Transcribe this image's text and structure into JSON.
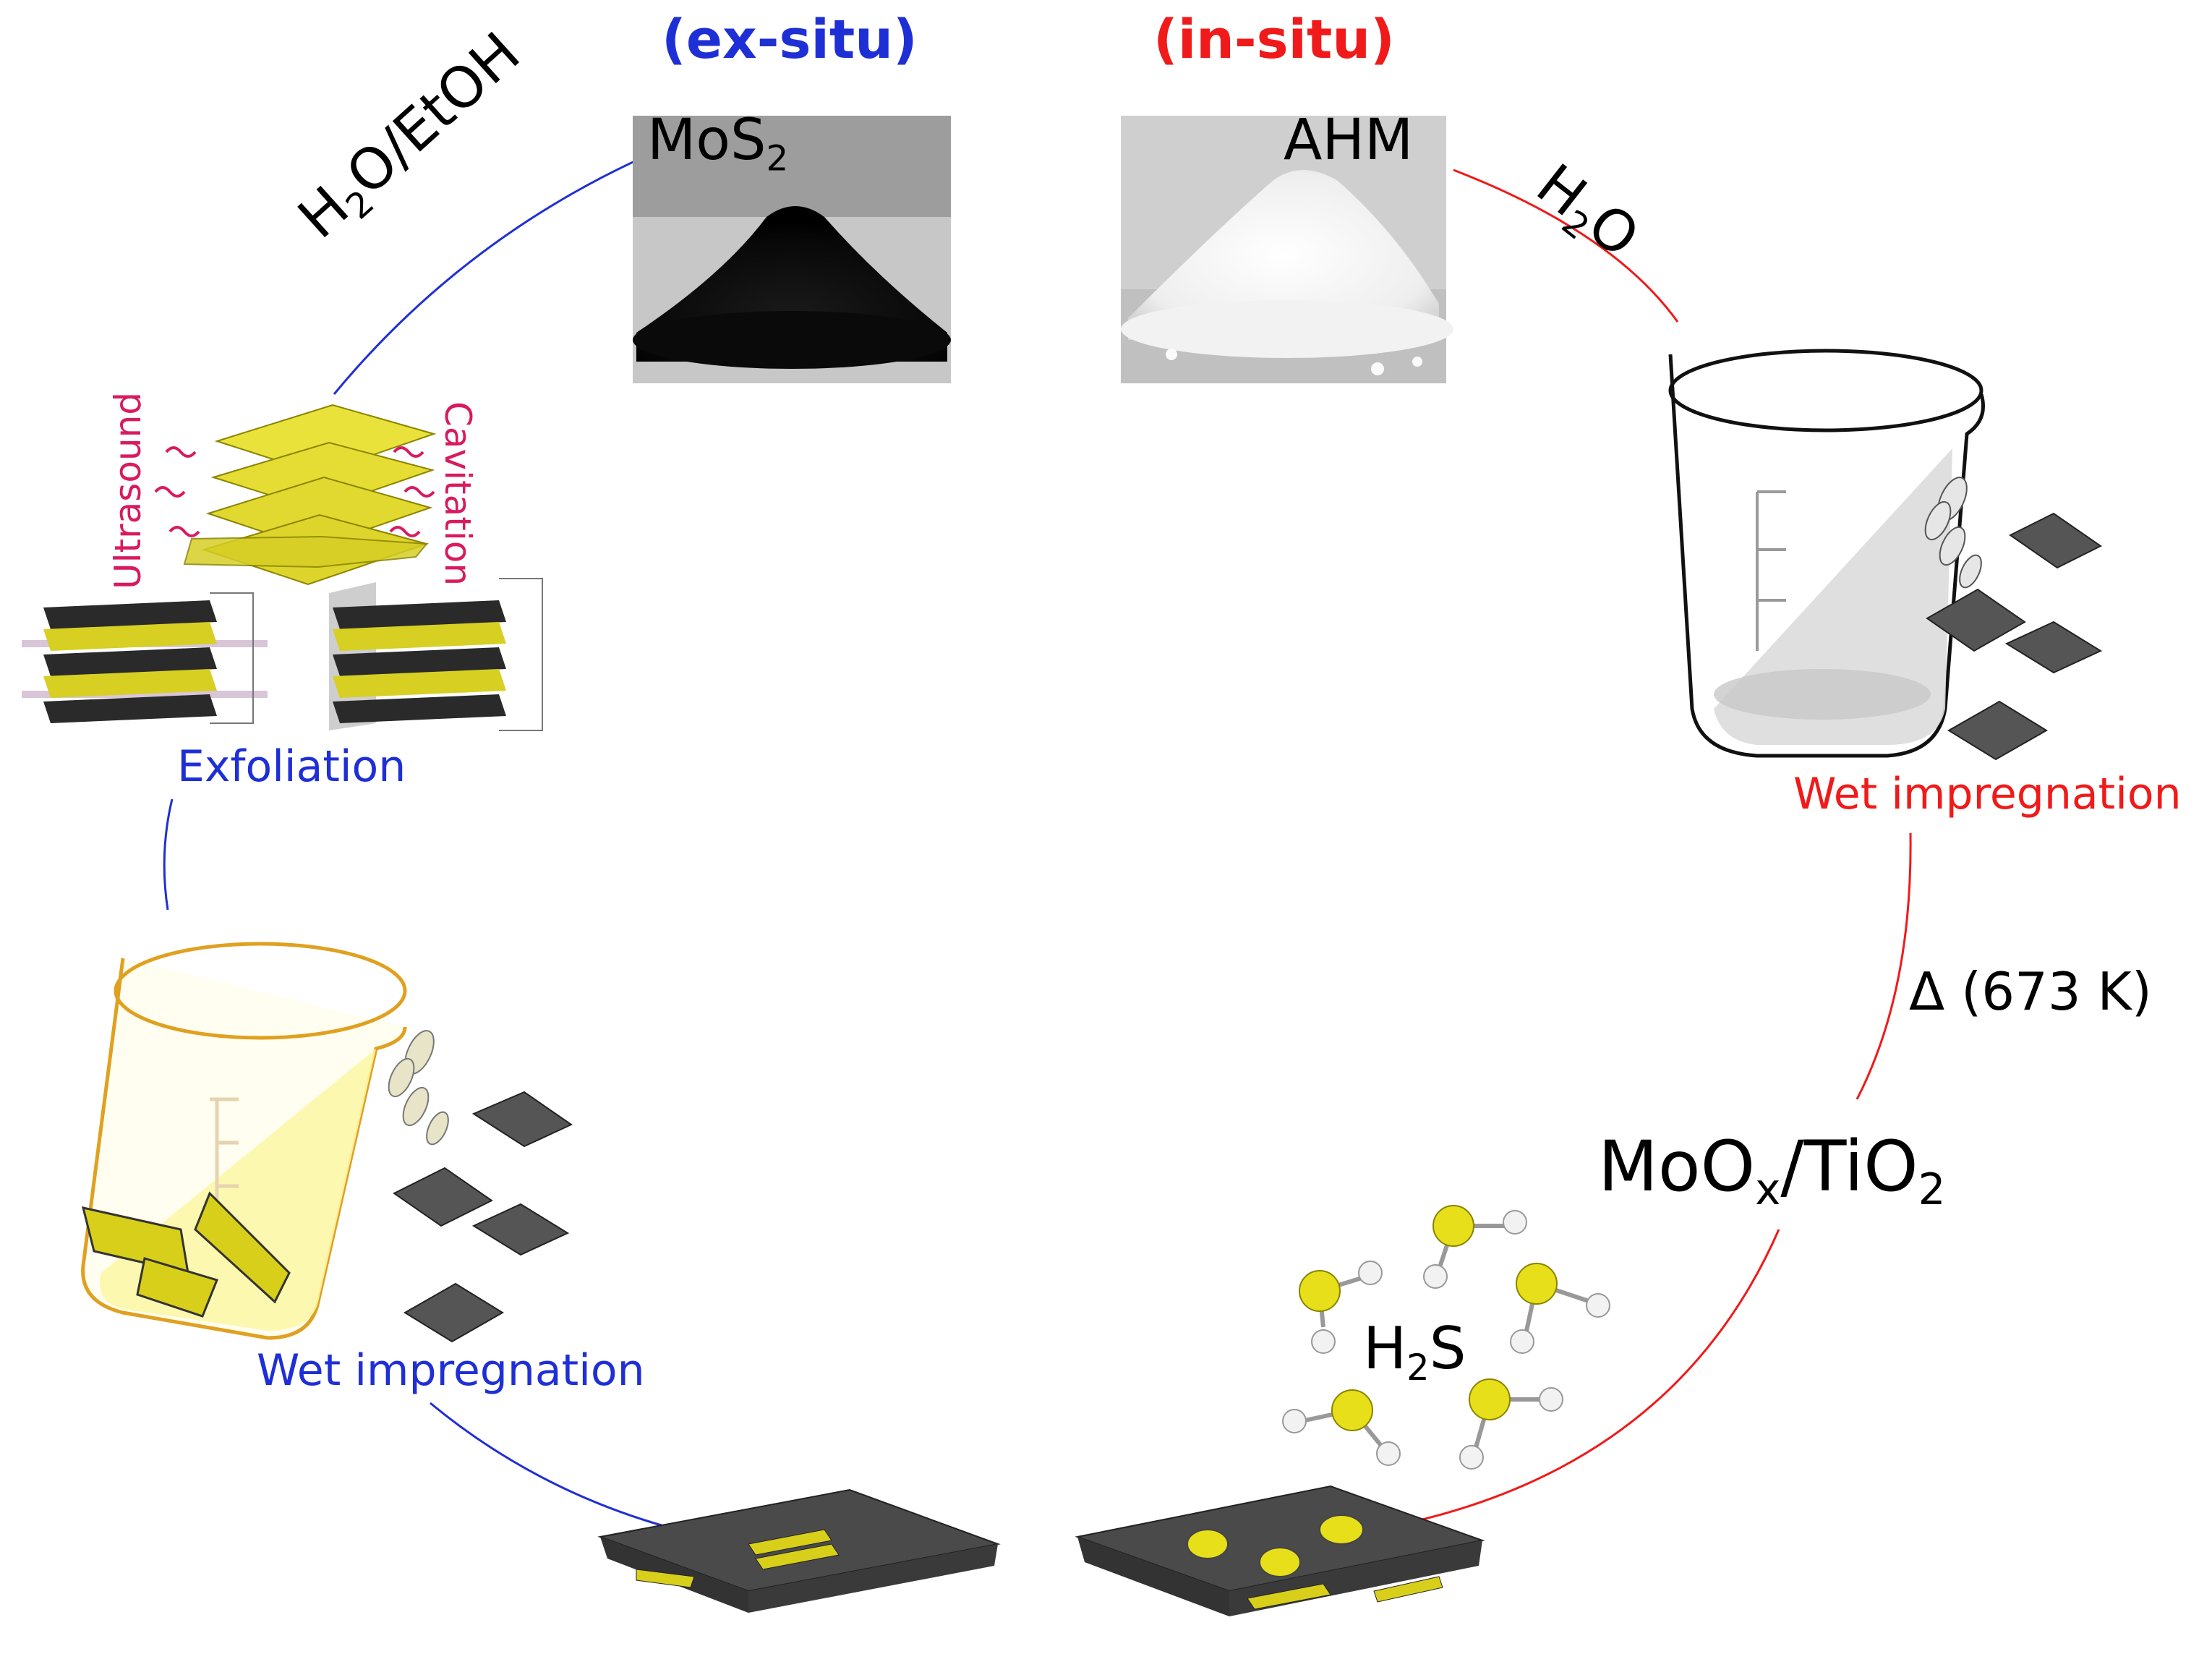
{
  "header": {
    "ex_situ": "(ex-situ)",
    "in_situ": "(in-situ)"
  },
  "precursors": {
    "mos2_base": "MoS",
    "mos2_sub": "2",
    "ahm": "AHM"
  },
  "solvents": {
    "ex_h": "H",
    "ex_sub": "2",
    "ex_rest": "O/EtOH",
    "in_h": "H",
    "in_sub": "2",
    "in_rest": "O"
  },
  "sonication": {
    "ultrasound": "Ultrasound",
    "cavitation": "Cavitation"
  },
  "steps": {
    "exfoliation": "Exfoliation",
    "wet_impregnation_ex": "Wet impregnation",
    "wet_impregnation_in": "Wet impregnation",
    "calcination": "Δ (673 K)"
  },
  "intermediate": {
    "moo_base": "MoO",
    "moo_sub": "x",
    "tio_base": "/TiO",
    "tio_sub": "2"
  },
  "sulfidation": {
    "h2s_h": "H",
    "h2s_sub": "2",
    "h2s_s": "S"
  },
  "colors": {
    "ex_situ": "#1f2fd6",
    "in_situ": "#f01a1a",
    "ultrasound_text": "#d81b60",
    "sulfur_atom": "#e6df1a",
    "support": "#4a4a4a"
  }
}
